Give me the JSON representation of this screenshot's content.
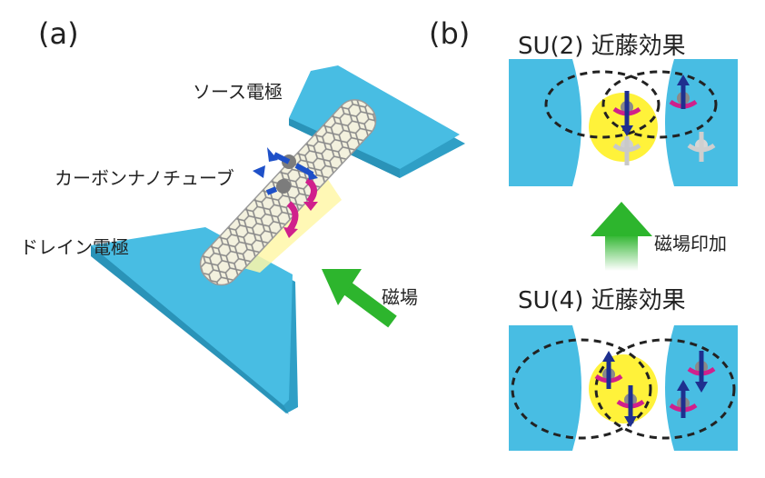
{
  "panel_a": {
    "label": "(a)",
    "source_electrode": "ソース電極",
    "carbon_nanotube": "カーボンナノチューブ",
    "drain_electrode": "ドレイン電極",
    "magnetic_field": "磁場"
  },
  "panel_b": {
    "label": "(b)",
    "su2_title": "SU(2) 近藤効果",
    "su4_title": "SU(4) 近藤効果",
    "apply_field": "磁場印加"
  },
  "colors": {
    "electrode": "#48bde3",
    "electrode_edge": "#2f9fc6",
    "dot": "#fff23a",
    "field_arrow": "#2db52d",
    "spin_arrow": "#1e2f8f",
    "orbit": "#d0208c"
  }
}
